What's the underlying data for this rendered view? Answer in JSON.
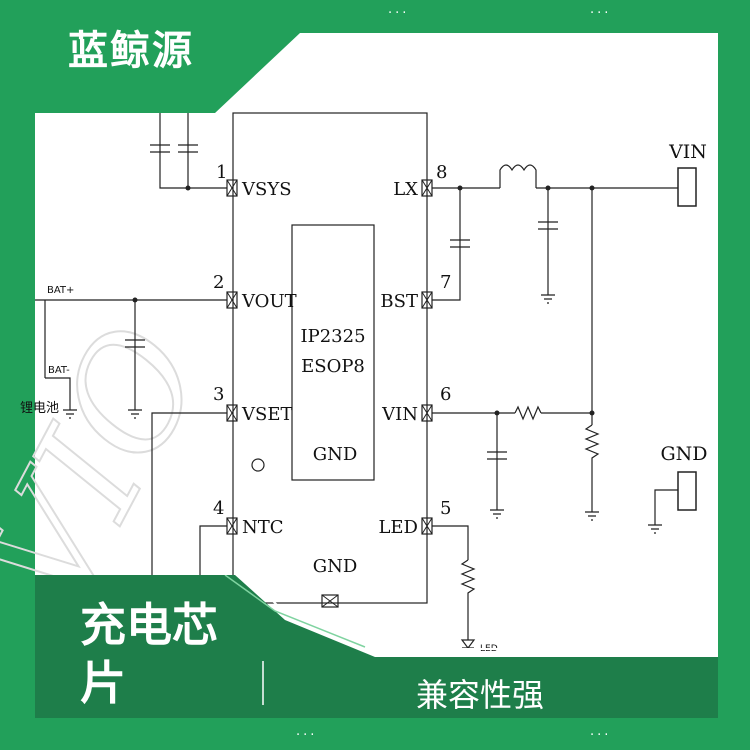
{
  "brand": {
    "name": "蓝鲸源"
  },
  "decor": {
    "dots": "..."
  },
  "schematic": {
    "chip": {
      "part": "IP2325",
      "package": "ESOP8",
      "pad": "GND"
    },
    "pins": [
      {
        "num": "1",
        "name": "VSYS"
      },
      {
        "num": "2",
        "name": "VOUT"
      },
      {
        "num": "3",
        "name": "VSET"
      },
      {
        "num": "4",
        "name": "NTC"
      },
      {
        "num": "8",
        "name": "LX"
      },
      {
        "num": "7",
        "name": "BST"
      },
      {
        "num": "6",
        "name": "VIN"
      },
      {
        "num": "5",
        "name": "LED"
      }
    ],
    "bottom_pin": "GND",
    "labels": {
      "vin": "VIN",
      "gnd": "GND",
      "bat_plus": "BAT+",
      "bat_minus": "BAT-",
      "battery": "锂电池",
      "led": "LED"
    }
  },
  "banner": {
    "title": "充电芯片",
    "feature": "兼容性强"
  }
}
